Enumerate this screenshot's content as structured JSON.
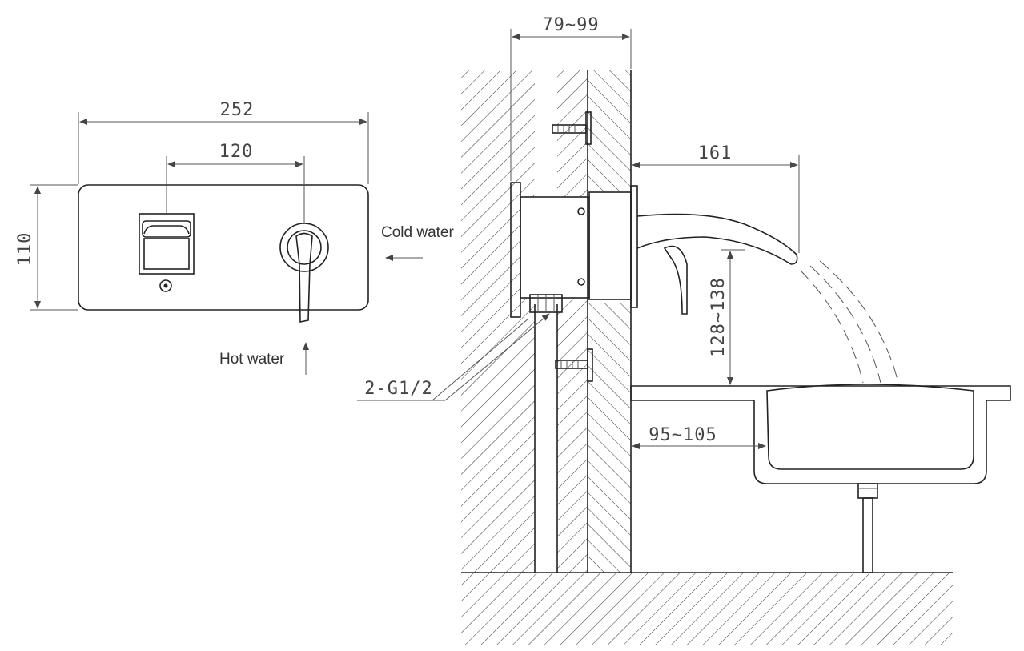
{
  "dimensions": {
    "plate_width": "252",
    "handle_spacing": "120",
    "plate_height": "110",
    "wall_depth": "79~99",
    "spout_reach": "161",
    "spout_height": "128~138",
    "basin_offset": "95~105",
    "thread": "2-G1/2"
  },
  "labels": {
    "cold_water": "Cold water",
    "hot_water": "Hot water"
  }
}
